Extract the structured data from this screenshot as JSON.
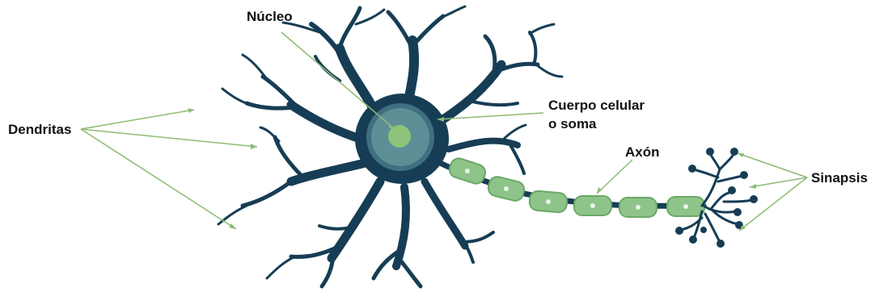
{
  "labels": {
    "nucleo": "Núcleo",
    "dendritas": "Dendritas",
    "cuerpo_line1": "Cuerpo celular",
    "cuerpo_line2": "o soma",
    "axon": "Axón",
    "sinapsis": "Sinapsis"
  },
  "colors": {
    "neuron": "#163d55",
    "soma_ring": "#3f7080",
    "soma_inner": "#5e8e96",
    "nucleus": "#8fc27a",
    "myelin": "#8ec48a",
    "myelin_edge": "#6aa867",
    "pointer": "#8dbb73"
  }
}
